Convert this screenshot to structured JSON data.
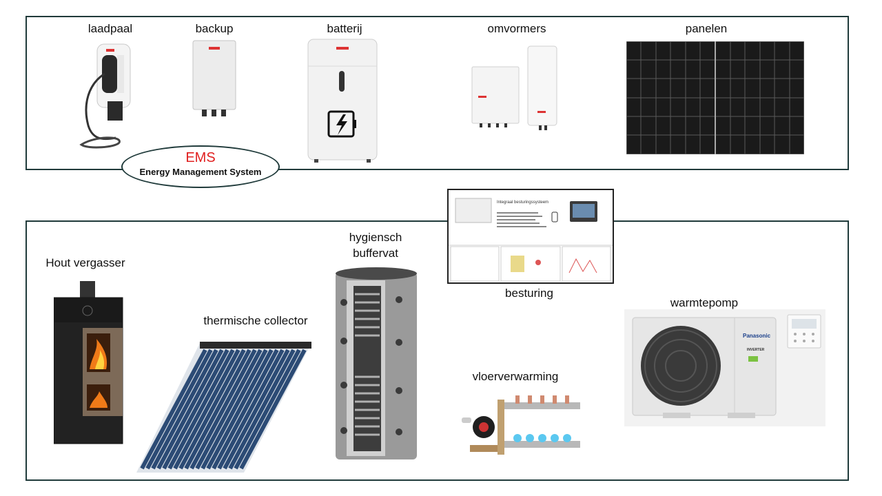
{
  "top_panel": {
    "labels": {
      "laadpaal": "laadpaal",
      "backup": "backup",
      "batterij": "batterij",
      "omvormers": "omvormers",
      "panelen": "panelen"
    }
  },
  "ems": {
    "title": "EMS",
    "subtitle": "Energy Management System"
  },
  "control": {
    "doc_title": "Integraal besturingssysteem",
    "label": "besturing"
  },
  "bottom_panel": {
    "labels": {
      "hout_vergasser": "Hout vergasser",
      "thermische_collector": "thermische collector",
      "buffervat_line1": "hygiensch",
      "buffervat_line2": "buffervat",
      "vloerverwarming": "vloerverwarming",
      "warmtepomp": "warmtepomp"
    }
  },
  "brand_marks": {
    "heatpump_brand": "Panasonic",
    "heatpump_model": "INVERTER"
  },
  "colors": {
    "frame": "#1f3a3a",
    "ems_red": "#e02020"
  }
}
